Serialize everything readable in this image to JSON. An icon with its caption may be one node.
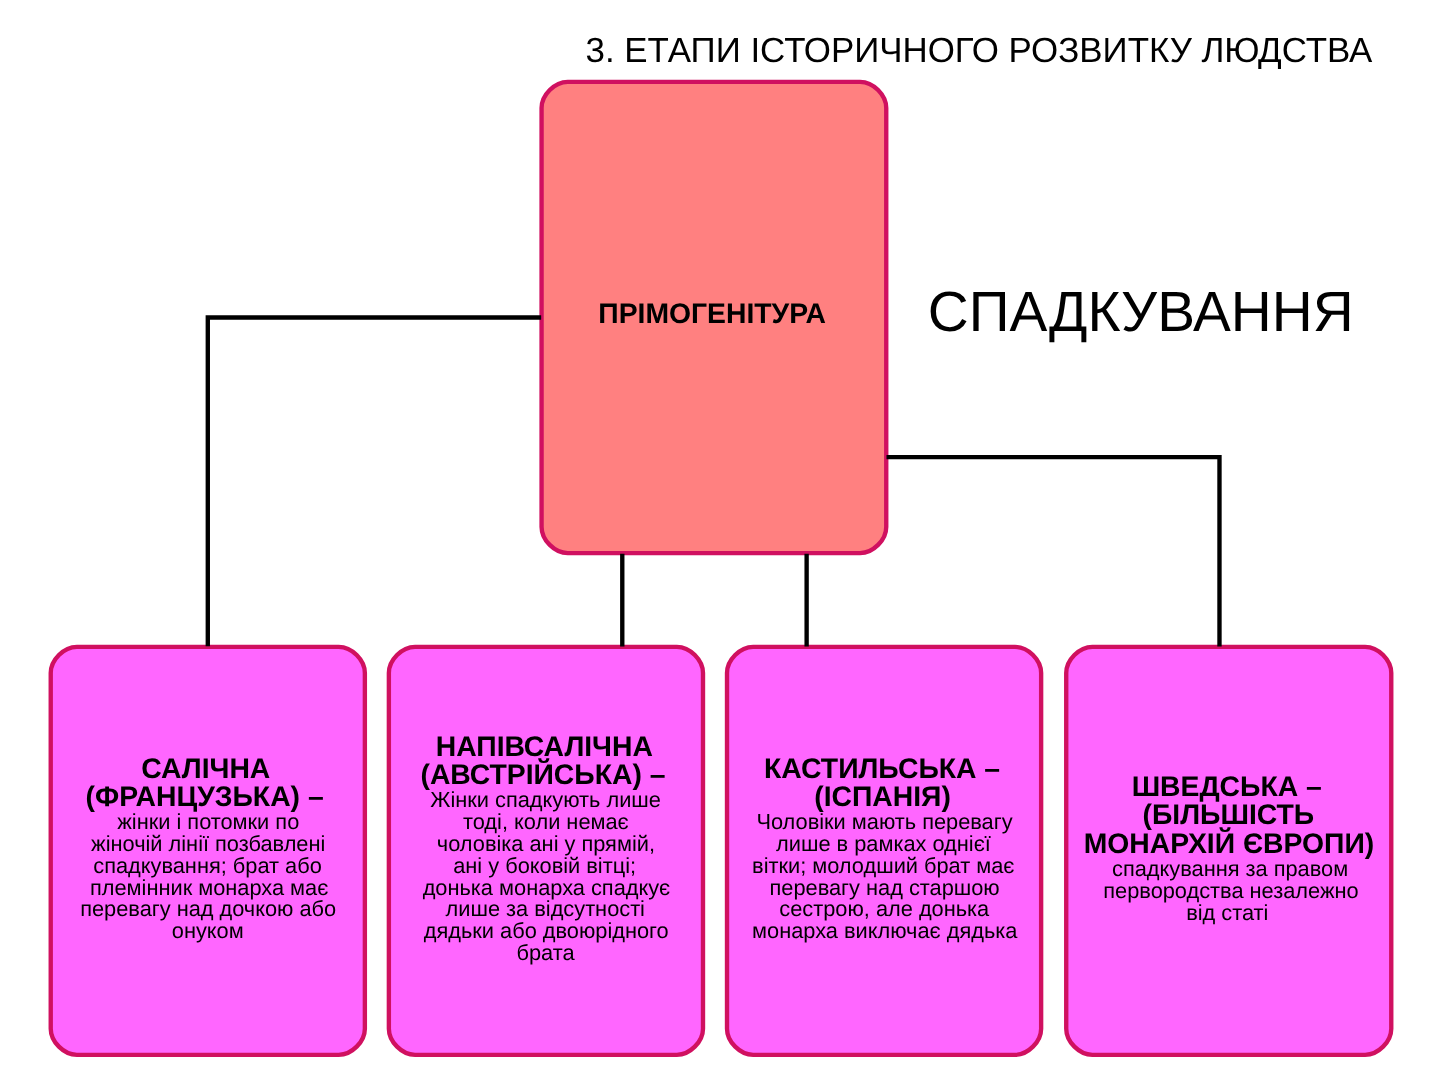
{
  "diagram": {
    "title": "3. ЕТАПИ ІСТОРИЧНОГО РОЗВИТКУ ЛЮДСТВА",
    "nodes": [
      {
        "text": [
          "ПРІМОГЕНІТУРА"
        ]
      },
      {
        "text": [
          "САЛІЧНА (ФРАНЦУЗЬКА) –",
          "жінки і потомки по жіночій лінії позбавлені спадкування; брат або племінник монарха має перевагу над дочкою або онуком"
        ]
      },
      {
        "text": [
          "НАПІВСАЛІЧНА (АВСТРІЙСЬКА) –",
          "Жінки спадкують лише тоді, коли немає чоловіка ані у прямій, ані у боковій вітці; донька монарха спадкує лише за відсутності дядьки або двоюрідного брата"
        ]
      },
      {
        "text": [
          "КАСТИЛЬСЬКА – (ІСПАНІЯ)",
          "Чоловіки мають перевагу лише в рамках однієї вітки; молодший брат має перевагу над старшою сестрою, але донька монарха виключає дядька"
        ]
      },
      {
        "text": [
          "ШВЕДСЬКА – (БІЛЬШІСТЬ МОНАРХІЙ ЄВРОПИ)",
          "спадкування за правом первородства незалежно від статі"
        ]
      }
    ],
    "edges": [
      {
        "from": 0,
        "to": 1,
        "arrow": "none"
      },
      {
        "from": 0,
        "to": 2,
        "arrow": "none"
      },
      {
        "from": 0,
        "to": 3,
        "arrow": "none"
      },
      {
        "from": 0,
        "to": 4,
        "arrow": "none"
      }
    ],
    "labels": [
      "СПАДКУВАННЯ"
    ]
  }
}
